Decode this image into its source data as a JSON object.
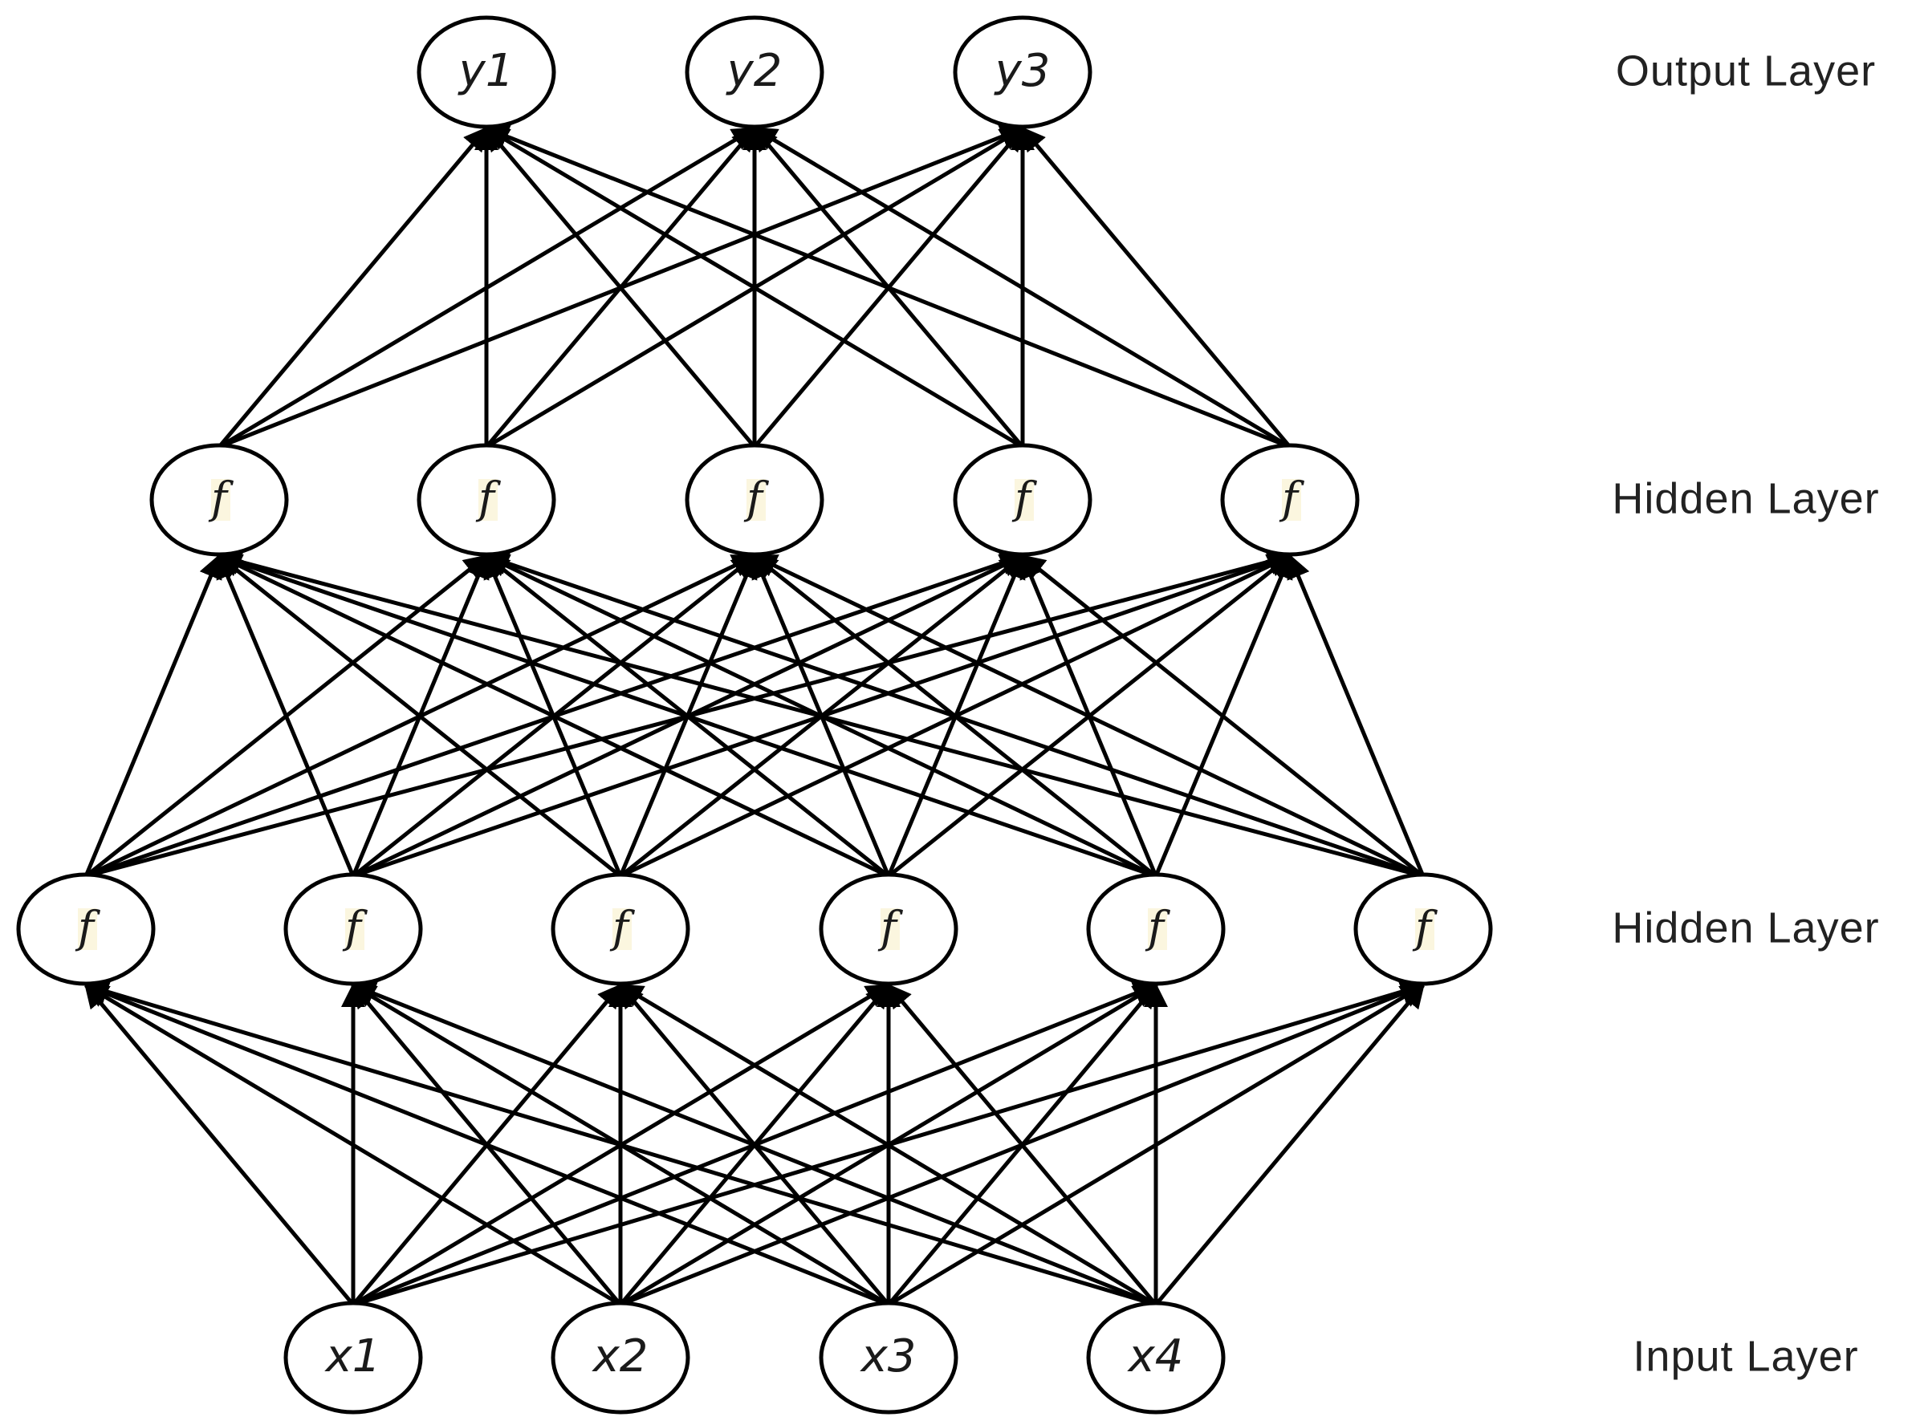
{
  "layers": [
    {
      "id": "output",
      "label": "Output Layer",
      "nodes": [
        "y1",
        "y2",
        "y3"
      ]
    },
    {
      "id": "hidden2",
      "label": "Hidden Layer",
      "nodes": [
        "f",
        "f",
        "f",
        "f",
        "f"
      ]
    },
    {
      "id": "hidden1",
      "label": "Hidden Layer",
      "nodes": [
        "f",
        "f",
        "f",
        "f",
        "f",
        "f"
      ]
    },
    {
      "id": "input",
      "label": "Input Layer",
      "nodes": [
        "x1",
        "x2",
        "x3",
        "x4"
      ]
    }
  ],
  "connections": "fully-connected",
  "colors": {
    "stroke": "#000000",
    "background": "#ffffff",
    "f_highlight": "#fbf6df"
  }
}
